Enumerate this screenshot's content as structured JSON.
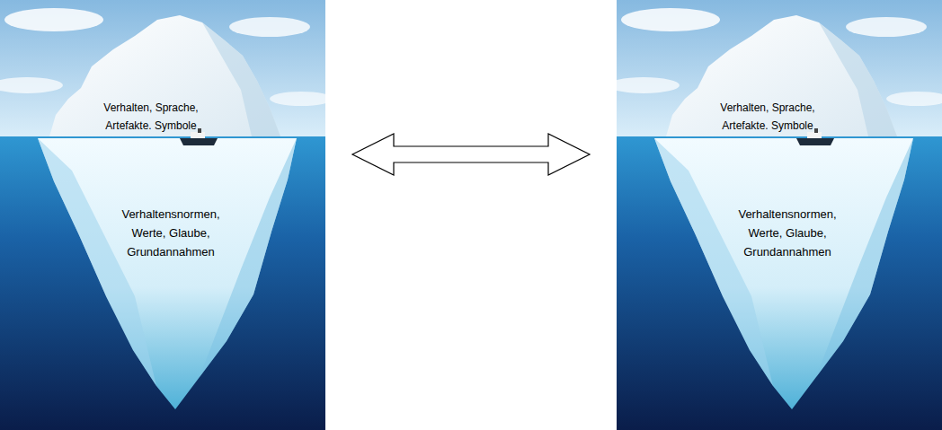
{
  "diagram": {
    "nodes": [
      {
        "text": [
          "Verhalten, Sprache, Artefakte. Symbole",
          "Verhaltensnormen, Werte, Glaube, Grundannahmen"
        ]
      },
      {
        "text": [
          "Verhalten, Sprache, Artefakte. Symbole",
          "Verhaltensnormen, Werte, Glaube, Grundannahmen"
        ]
      }
    ],
    "edges": [
      {
        "from": 0,
        "to": 1,
        "arrow": "both"
      }
    ]
  }
}
